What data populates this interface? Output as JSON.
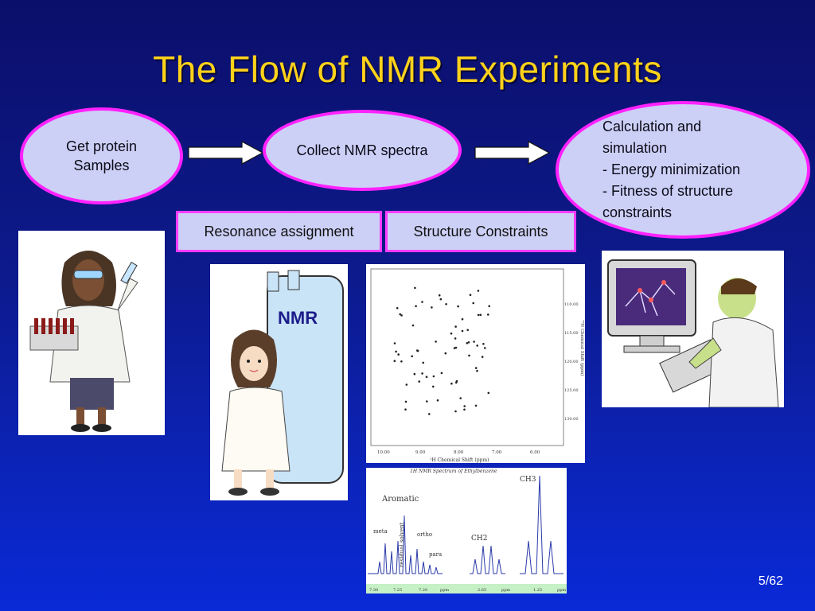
{
  "slide": {
    "title": "The Flow of NMR Experiments",
    "page_number": "5/62"
  },
  "flow": {
    "step1": "Get protein\nSamples",
    "step2": "Collect NMR spectra",
    "step3": "Calculation and\nsimulation\n- Energy minimization\n- Fitness of structure\n constraints"
  },
  "boxes": {
    "resonance": "Resonance assignment",
    "constraints": "Structure Constraints"
  },
  "images": {
    "nmr_label": "NMR",
    "hsqc_xaxis": "¹H Chemical Shift (ppm)",
    "hsqc_yaxis": "¹⁵N Chemical Shift (ppm)",
    "hsqc_xticks": [
      "10.00",
      "9.00",
      "8.00",
      "7.00",
      "6.00"
    ],
    "hsqc_yticks": [
      "110.00",
      "115.00",
      "120.00",
      "125.00",
      "130.00"
    ],
    "spec_title": "1H NMR Spectrum of Ethylbenzene",
    "spec_aromatic": "Aromatic",
    "spec_meta": "meta",
    "spec_ortho": "ortho",
    "spec_para": "para",
    "spec_residual": "residual solvent",
    "spec_ch2": "CH2",
    "spec_ch3": "CH3",
    "spec_ticks": [
      "7.30",
      "7.25",
      "7.20",
      "ppm",
      "2.65",
      "ppm",
      "1.25",
      "ppm"
    ]
  },
  "colors": {
    "title": "#ffd21a",
    "ellipse_border": "#ff22ff",
    "ellipse_fill": "#ccd0f6"
  }
}
